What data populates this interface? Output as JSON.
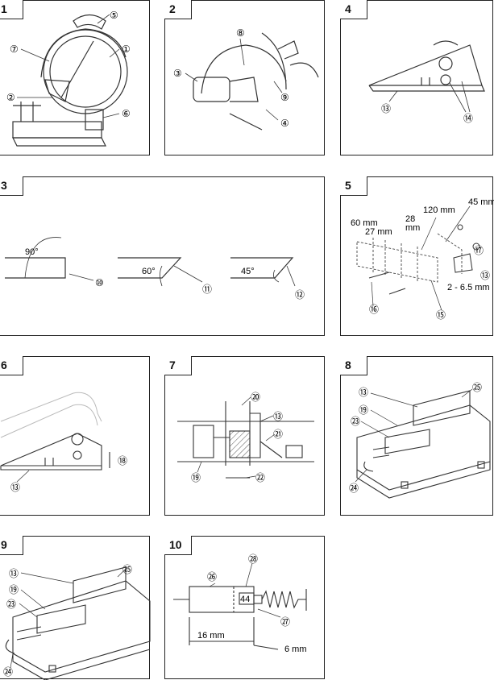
{
  "panels": {
    "p1": {
      "number": "1",
      "callouts": [
        "⑤",
        "⑦",
        "①",
        "②",
        "⑥"
      ]
    },
    "p2": {
      "number": "2",
      "callouts": [
        "⑧",
        "③",
        "⑨",
        "④"
      ]
    },
    "p4": {
      "number": "4",
      "callouts": [
        "⑬",
        "⑭"
      ]
    },
    "p3": {
      "number": "3",
      "callouts": [
        "⑩",
        "⑪",
        "⑫"
      ],
      "angles": [
        "90°",
        "60°",
        "45°"
      ]
    },
    "p5": {
      "number": "5",
      "callouts": [
        "⑰",
        "⑬",
        "⑯",
        "⑮"
      ],
      "dims": [
        "45 mm",
        "120 mm",
        "28",
        "mm",
        "60 mm",
        "27 mm",
        "2 - 6.5 mm"
      ]
    },
    "p6": {
      "number": "6",
      "callouts": [
        "⑱",
        "⑬"
      ]
    },
    "p7": {
      "number": "7",
      "callouts": [
        "⑳",
        "⑬",
        "㉑",
        "⑲",
        "㉒"
      ]
    },
    "p8": {
      "number": "8",
      "callouts": [
        "⑬",
        "㉕",
        "⑲",
        "㉓",
        "㉔"
      ]
    },
    "p9": {
      "number": "9",
      "callouts": [
        "⑬",
        "㉕",
        "⑲",
        "㉓",
        "㉔"
      ]
    },
    "p10": {
      "number": "10",
      "callouts": [
        "㉘",
        "㉖",
        "㉗"
      ],
      "dims": [
        "44",
        "16 mm",
        "6 mm"
      ]
    }
  }
}
